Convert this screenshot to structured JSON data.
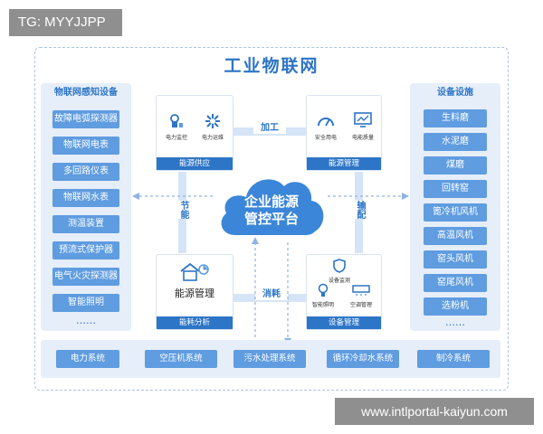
{
  "watermark_top": "TG: MYYJJPP",
  "watermark_bottom": "www.intlportal-kaiyun.com",
  "title": "工业物联网",
  "left_panel": {
    "heading": "物联网感知设备",
    "items": [
      "故障电弧探测器",
      "物联网电表",
      "多回路仪表",
      "物联网水表",
      "测温装置",
      "预流式保护器",
      "电气火灾探测器",
      "智能照明"
    ],
    "more": "……"
  },
  "right_panel": {
    "heading": "设备设施",
    "items": [
      "生料磨",
      "水泥磨",
      "煤磨",
      "回转窑",
      "篦冷机风机",
      "高温风机",
      "窑头风机",
      "窑尾风机",
      "选粉机"
    ],
    "more": "……"
  },
  "center": {
    "cloud_line1": "企业能源",
    "cloud_line2": "管控平台",
    "cards": {
      "supply": {
        "footer": "能源供应",
        "icon1_label": "电力监控",
        "icon2_label": "电力运维"
      },
      "management": {
        "footer": "能源管理",
        "icon1_label": "安全用电",
        "icon2_label": "电能质量"
      },
      "analysis": {
        "footer": "能耗分析",
        "main_label": "能源管理"
      },
      "devices": {
        "footer": "设备管理",
        "icon1_label": "设备监测",
        "icon2_label": "智能照明",
        "icon3_label": "空调管理"
      }
    },
    "connectors": {
      "top": "加工",
      "left": "节能",
      "right": "输配",
      "bottom": "消耗"
    }
  },
  "bottom_systems": [
    "电力系统",
    "空压机系统",
    "污水处理系统",
    "循环冷却水系统",
    "制冷系统"
  ],
  "colors": {
    "primary": "#2d75c7",
    "button": "#5f9ce0",
    "panel": "#e6eef9",
    "connector": "#d6e4f7",
    "cloud": "#3b86d8"
  }
}
